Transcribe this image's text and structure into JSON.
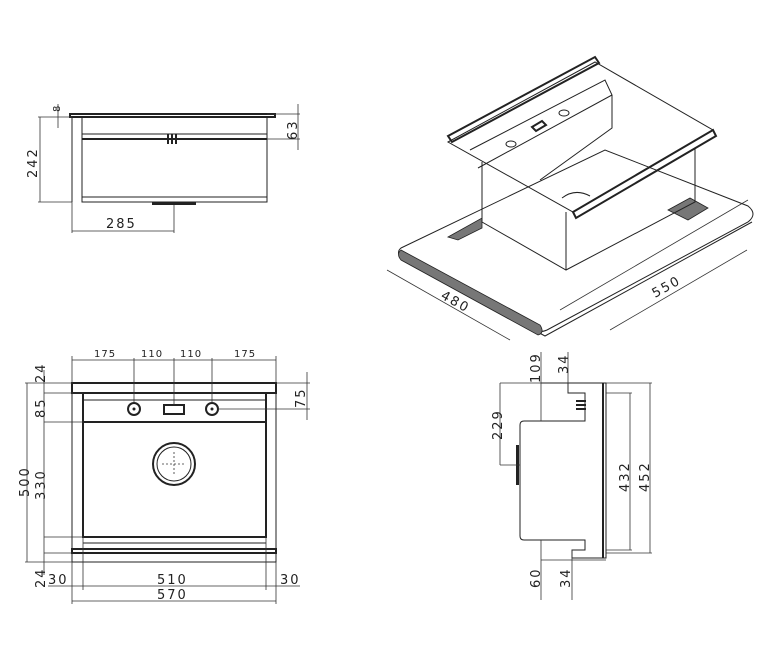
{
  "side_view": {
    "dims": {
      "flange": "8",
      "height": "242",
      "rim_to_overflow": "63",
      "drain_offset": "285"
    }
  },
  "top_view": {
    "dims": {
      "tap1": "175",
      "tap2": "110",
      "tap3": "110",
      "tap4": "175",
      "rim_top": "24",
      "front_ledge": "85",
      "bowl": "330",
      "total_depth": "500",
      "rim_bottom": "24",
      "tap_offset": "75",
      "left_flange": "30",
      "inner_width": "510",
      "right_flange": "30",
      "total_width": "570"
    }
  },
  "section_view": {
    "dims": {
      "ledge": "109",
      "top_step": "34",
      "drain_depth": "229",
      "inner": "432",
      "outer": "452",
      "bottom_ledge": "60",
      "bottom_step": "34"
    }
  },
  "iso_view": {
    "dims": {
      "depth": "480",
      "width": "550"
    }
  }
}
